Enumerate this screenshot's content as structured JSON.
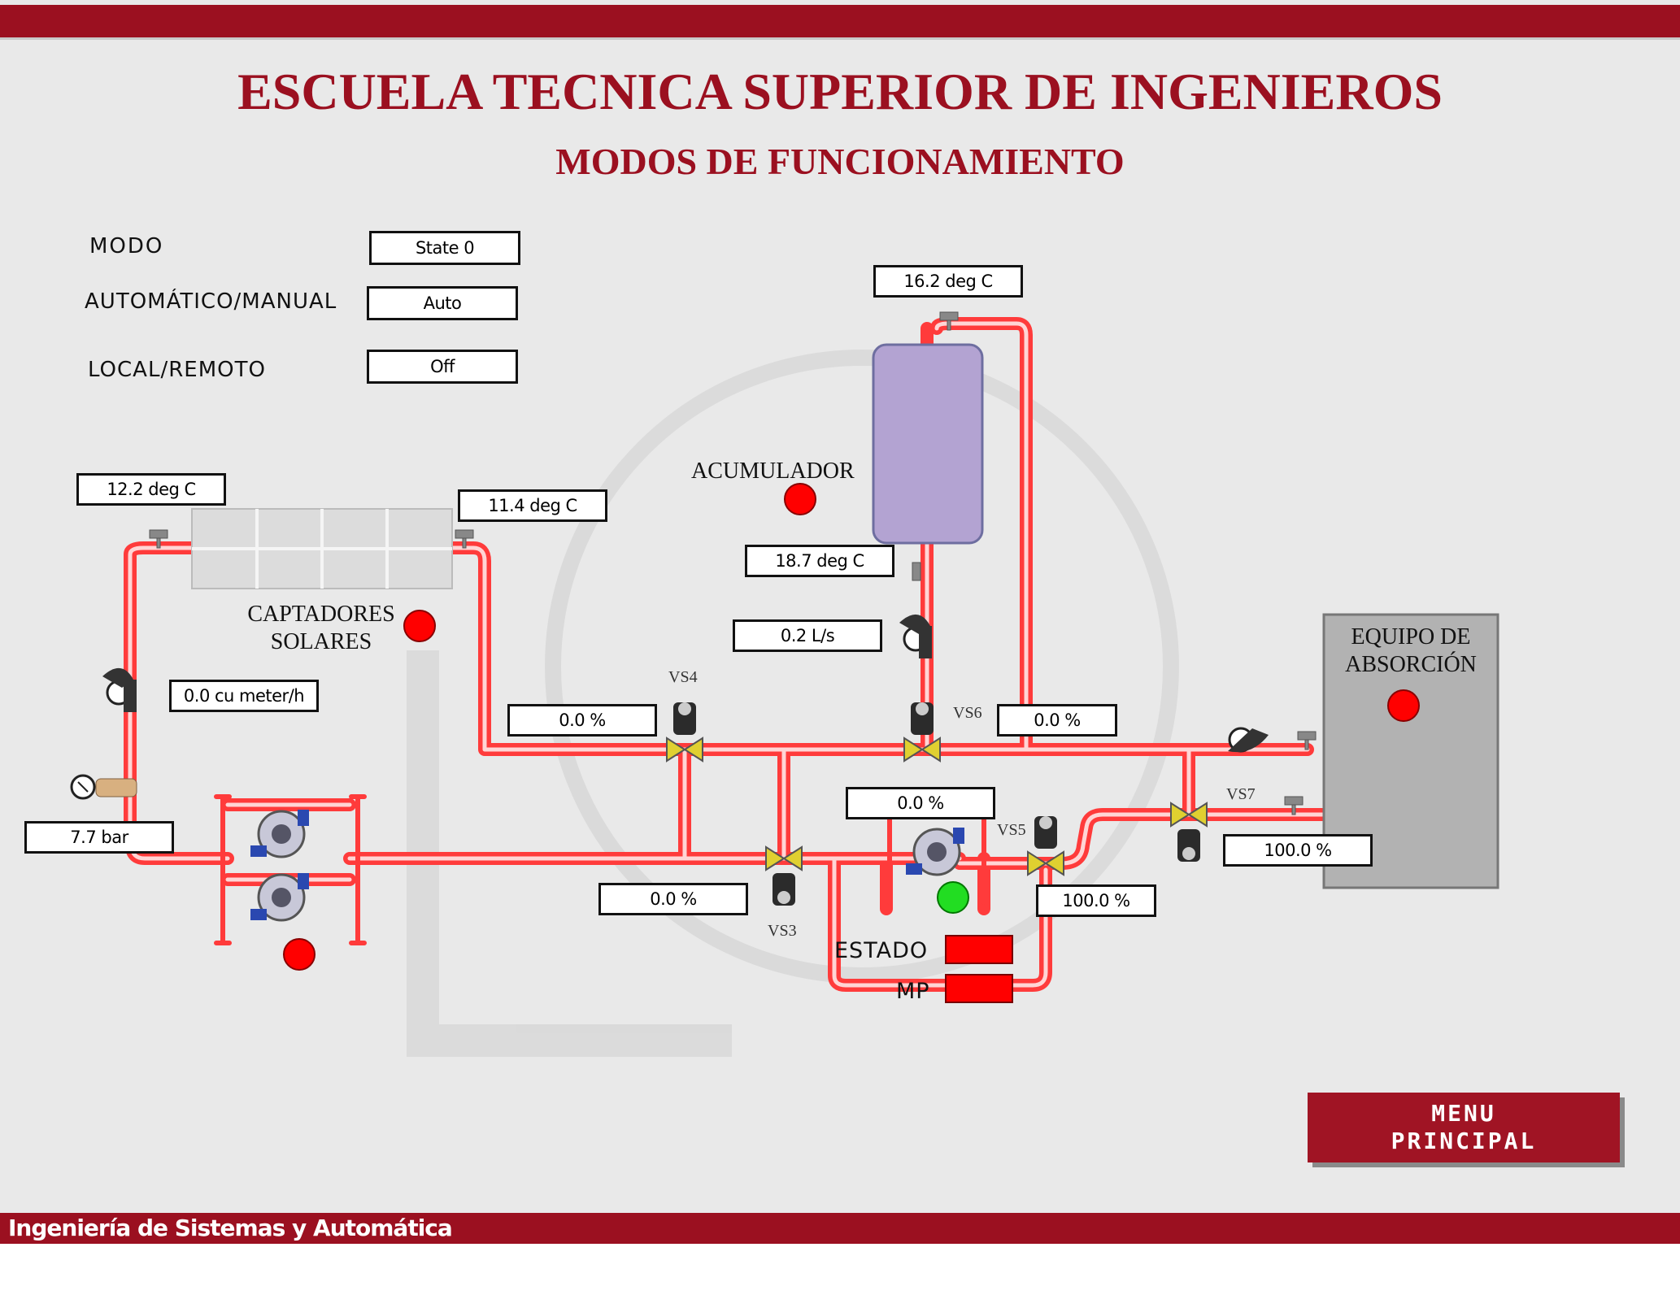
{
  "header": {
    "title": "ESCUELA TECNICA SUPERIOR DE INGENIEROS",
    "subtitle": "MODOS DE FUNCIONAMIENTO"
  },
  "status": {
    "modo_label": "MODO",
    "modo_value": "State 0",
    "auto_label": "AUTOMÁTICO/MANUAL",
    "auto_value": "Auto",
    "local_label": "LOCAL/REMOTO",
    "local_value": "Off"
  },
  "readings": {
    "temp_tank_top": "16.2 deg C",
    "temp_collector_in": "12.2 deg C",
    "temp_collector_out": "11.4 deg C",
    "temp_tank_bottom": "18.7 deg C",
    "flow_tank": "0.2 L/s",
    "flow_collector": "0.0 cu meter/h",
    "pressure": "7.7 bar",
    "vs4_open": "0.0 %",
    "vs6_open": "0.0 %",
    "mid_open": "0.0 %",
    "vs3_open": "0.0 %",
    "vs5_open": "100.0 %",
    "vs7_open": "100.0 %"
  },
  "components": {
    "acumulador": "ACUMULADOR",
    "captadores_line1": "CAPTADORES",
    "captadores_line2": "SOLARES",
    "equipo_line1": "EQUIPO DE",
    "equipo_line2": "ABSORCIÓN",
    "vs3": "VS3",
    "vs4": "VS4",
    "vs5": "VS5",
    "vs6": "VS6",
    "vs7": "VS7",
    "estado": "ESTADO",
    "mp": "MP"
  },
  "indicator_colors": {
    "alarm": "#ff0000",
    "running": "#22dd22",
    "pipe": "#ff4040",
    "brand": "#9b1020"
  },
  "menu": {
    "line1": "MENU",
    "line2": "PRINCIPAL"
  },
  "footer": {
    "text": "Ingeniería de Sistemas y Automática"
  }
}
